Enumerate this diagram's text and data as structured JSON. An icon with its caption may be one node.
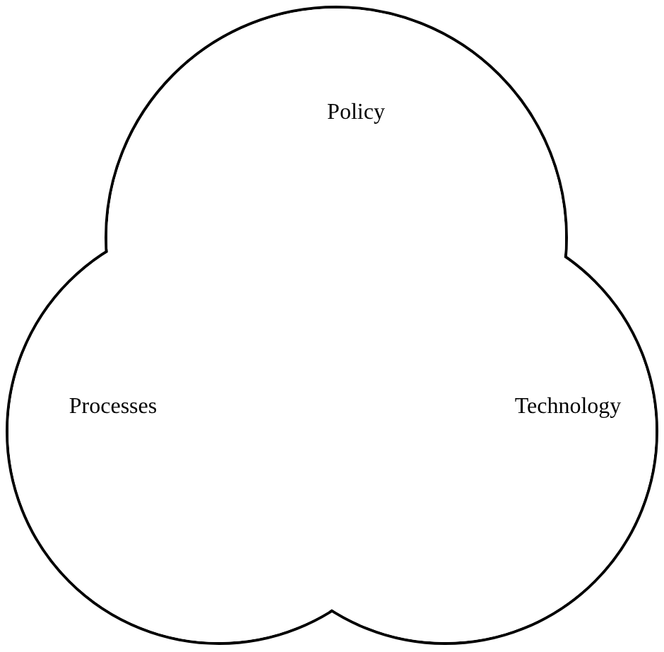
{
  "diagram": {
    "nodes": [
      {
        "text": [
          "Policy",
          "Processes",
          "Technology"
        ]
      }
    ]
  }
}
